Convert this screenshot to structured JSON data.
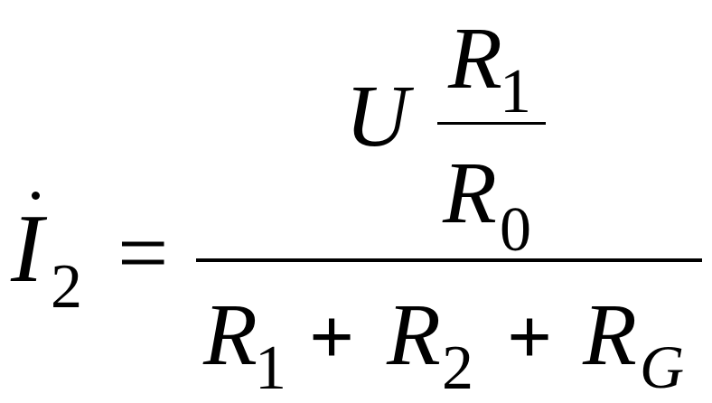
{
  "formula": {
    "lhs": {
      "symbol": "I",
      "subscript": "2"
    },
    "equals": "=",
    "numerator": {
      "voltage": "U",
      "inner_fraction": {
        "numerator": {
          "symbol": "R",
          "subscript": "1"
        },
        "denominator": {
          "symbol": "R",
          "subscript": "0"
        }
      }
    },
    "denominator": {
      "terms": [
        {
          "symbol": "R",
          "subscript": "1"
        },
        {
          "symbol": "R",
          "subscript": "2"
        },
        {
          "symbol": "R",
          "subscript": "G"
        }
      ],
      "operator": "+"
    }
  }
}
